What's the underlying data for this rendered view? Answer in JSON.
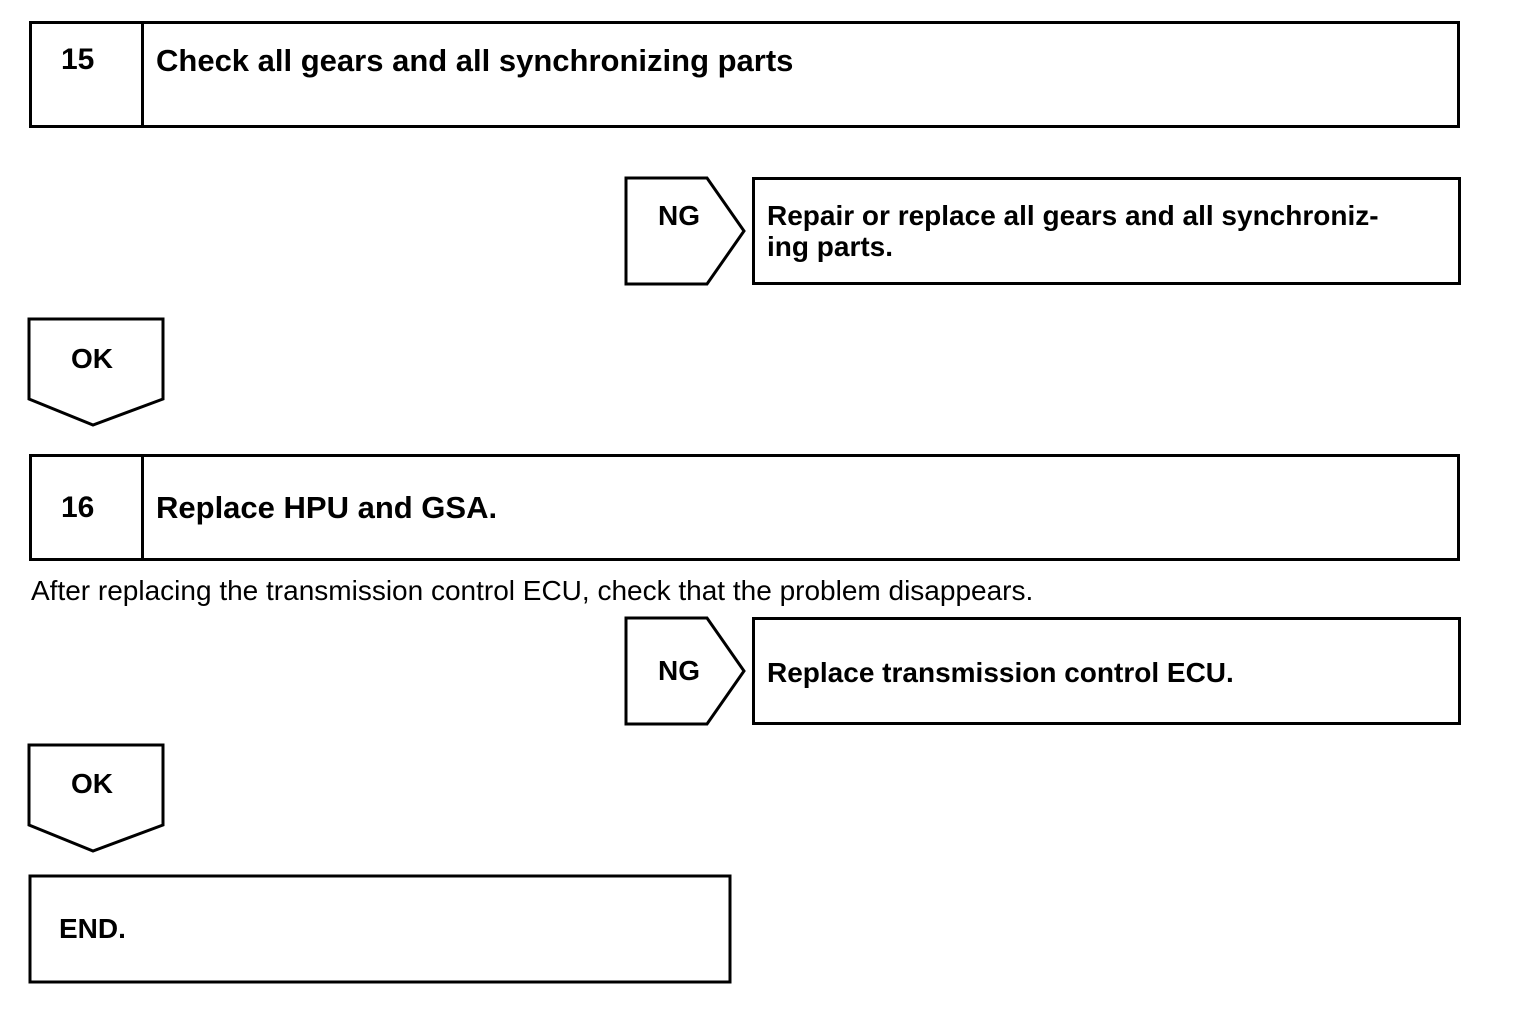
{
  "steps": [
    {
      "number": "15",
      "title": "Check all gears and all synchronizing parts"
    },
    {
      "number": "16",
      "title": "Replace HPU and GSA."
    }
  ],
  "step16_note": "After replacing the transmission control ECU, check that the problem disappears.",
  "branches": [
    {
      "ng_label": "NG",
      "action_lines": [
        "Repair or replace all gears and all synchroniz-",
        "ing parts."
      ],
      "ok_label": "OK"
    },
    {
      "ng_label": "NG",
      "action_lines": [
        "Replace transmission control ECU."
      ],
      "ok_label": "OK"
    }
  ],
  "end_label": "END."
}
